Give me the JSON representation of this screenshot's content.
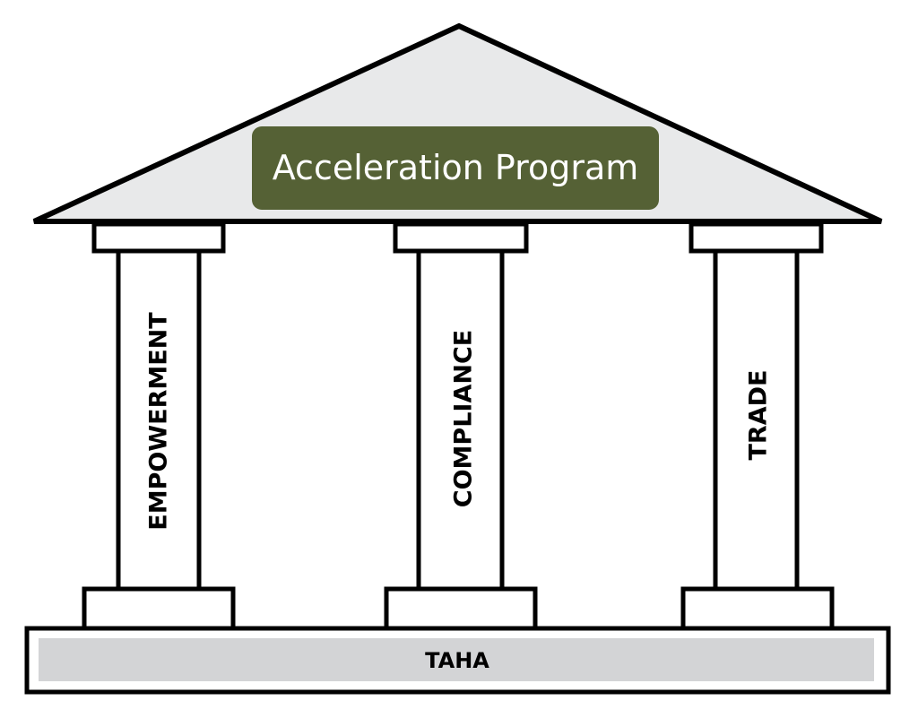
{
  "roof": {
    "title": "Acceleration Program"
  },
  "pillars": [
    {
      "label": "EMPOWERMENT"
    },
    {
      "label": "COMPLIANCE"
    },
    {
      "label": "TRADE"
    }
  ],
  "foundation": {
    "label": "TAHA"
  },
  "colors": {
    "roof_fill": "#e8e9ea",
    "title_box": "#556135",
    "foundation_fill": "#d3d4d6",
    "outline": "#000000"
  }
}
